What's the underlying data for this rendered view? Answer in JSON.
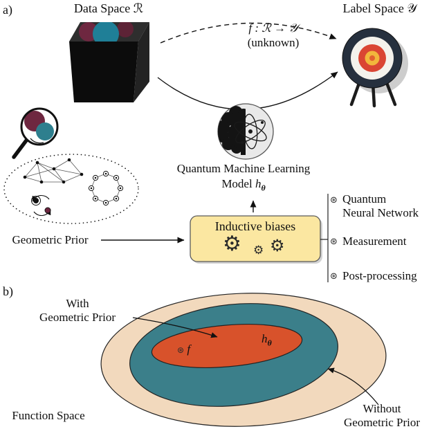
{
  "panel_a": {
    "label": "a)",
    "data_space_title": "Data Space ℛ",
    "label_space_title": "Label Space 𝒴",
    "map_label": "f : ℛ → 𝒴",
    "map_sublabel": "(unknown)",
    "qml_title_line1": "Quantum Machine Learning",
    "qml_title_line2_prefix": "Model",
    "inductive_box_label": "Inductive biases",
    "geometric_prior_label": "Geometric Prior",
    "pipeline": {
      "items": [
        {
          "lines": [
            "Quantum",
            "Neural Network"
          ]
        },
        {
          "lines": [
            "Measurement"
          ]
        },
        {
          "lines": [
            "Post-processing"
          ]
        }
      ]
    }
  },
  "panel_b": {
    "label": "b)",
    "with_prior_lines": [
      "With",
      "Geometric Prior"
    ],
    "without_prior_lines": [
      "Without",
      "Geometric Prior"
    ],
    "function_space_label": "Function Space"
  },
  "symbols": {
    "f": "f",
    "h": "h",
    "theta": "θ"
  },
  "icons": {
    "gear": "⚙",
    "circled_asterisk": "⊛"
  },
  "colors": {
    "tan": "#f2d9bd",
    "teal": "#3b7f8a",
    "orange": "#d8522b",
    "box_yellow": "#fbe7a1",
    "ball_teal": "#1f7f97",
    "ball_maroon": "#6e2740",
    "target_navy": "#26303e",
    "target_red": "#da4533",
    "target_yellow": "#f2b63c"
  }
}
